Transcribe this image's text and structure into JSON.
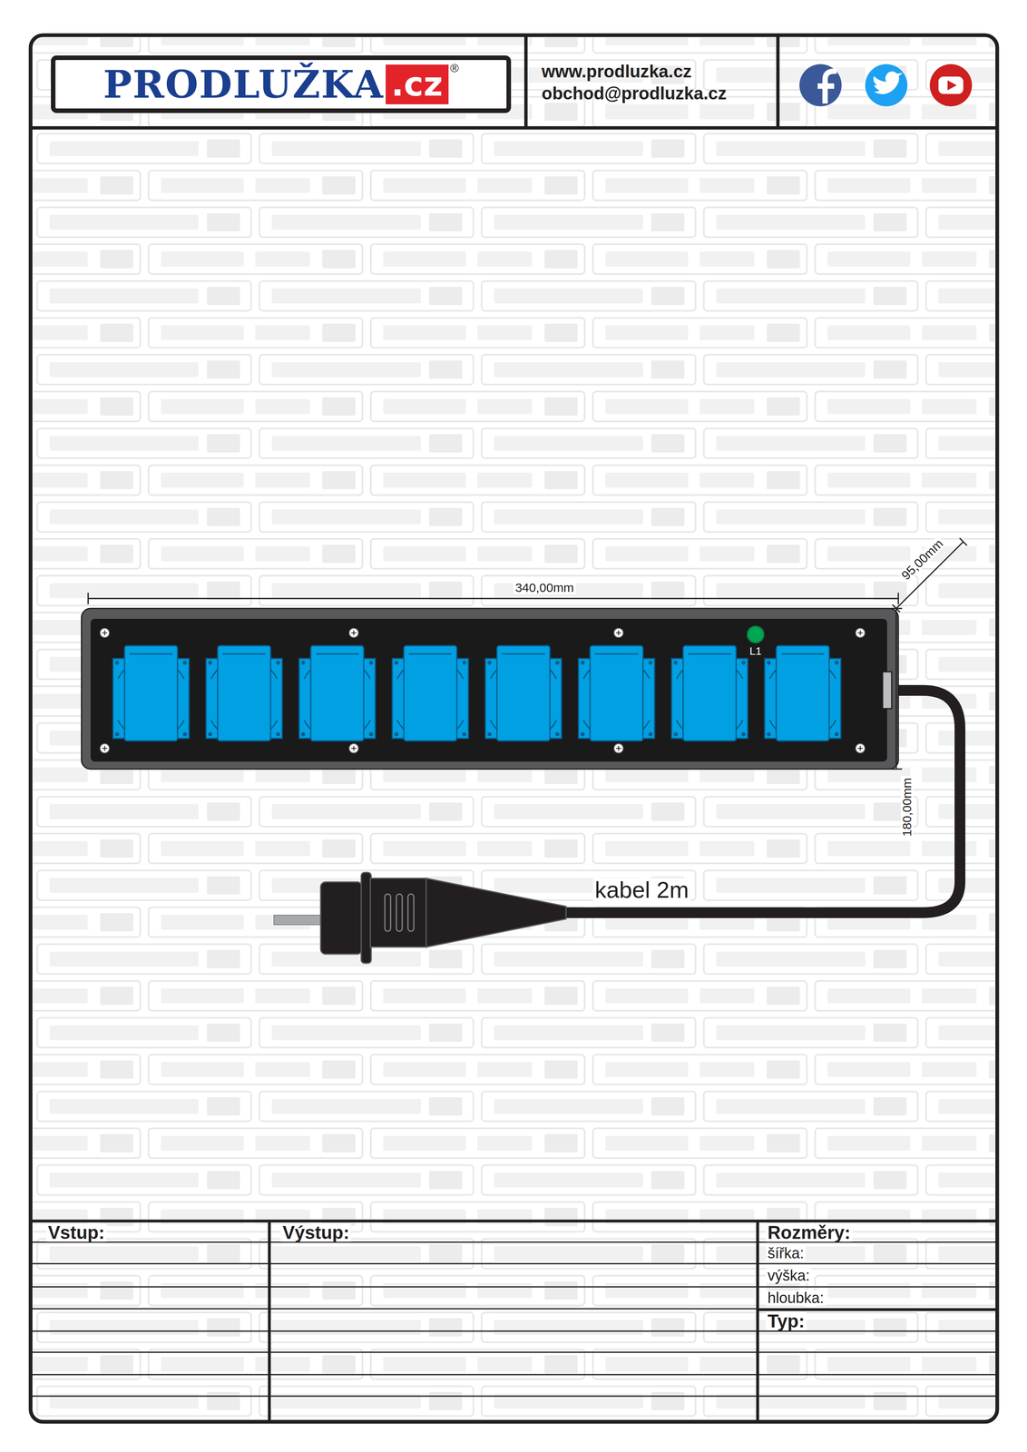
{
  "diagram": {
    "nodes": [
      {
        "text": [
          "PRODLUŽKA",
          ".cz",
          "®"
        ]
      },
      {
        "text": [
          "www.prodluzka.cz",
          "obchod@prodluzka.cz"
        ]
      },
      {
        "text": [
          "Vstup:"
        ]
      },
      {
        "text": [
          "Výstup:"
        ]
      },
      {
        "text": [
          "Rozměry:",
          "šířka:",
          "výška:",
          "hloubka:"
        ]
      },
      {
        "text": [
          "Typ:"
        ]
      }
    ],
    "labels": [
      "340,00mm",
      "95,00mm",
      "180,00mm",
      "L1",
      "kabel 2m"
    ]
  }
}
